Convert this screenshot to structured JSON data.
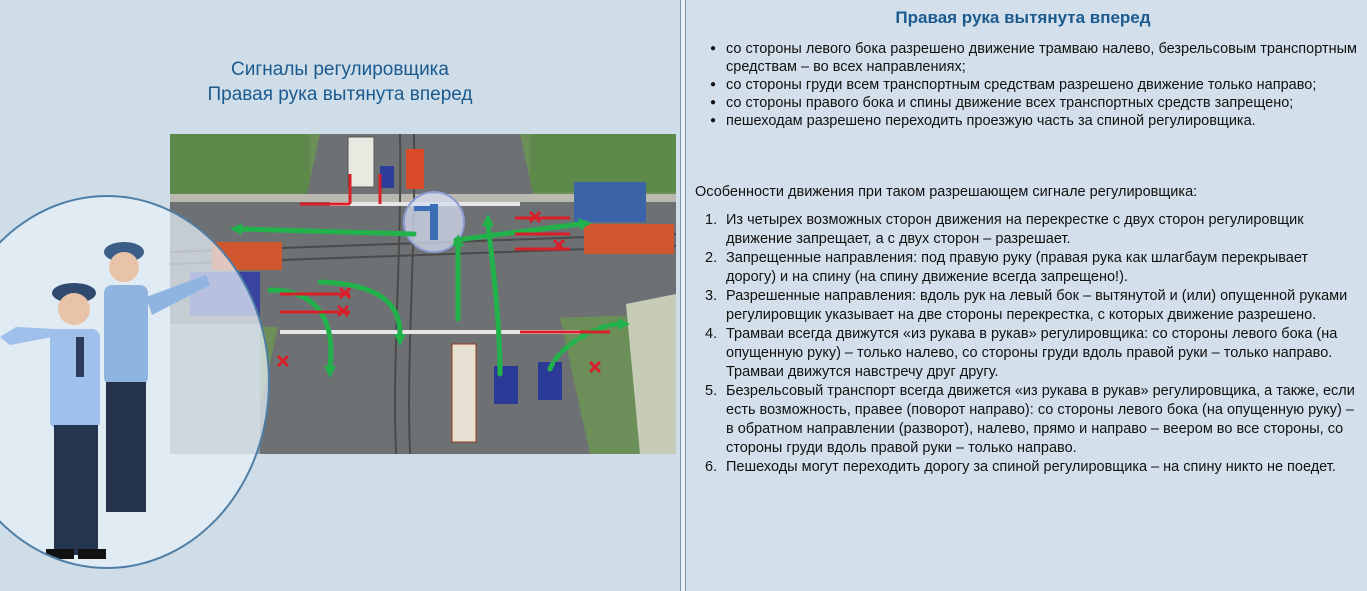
{
  "left": {
    "title_line1": "Сигналы регулировщика",
    "title_line2": "Правая рука вытянута вперед"
  },
  "right": {
    "title": "Правая рука вытянута вперед",
    "bullets": [
      "со стороны левого бока разрешено движение трамваю налево, безрельсовым транспортным средствам – во всех направлениях;",
      "со стороны груди всем транспортным средствам разрешено движение только направо;",
      "со стороны правого бока и спины движение всех транспортных средств запрещено;",
      "пешеходам разрешено переходить проезжую часть за спиной регулировщика."
    ],
    "subheading": "Особенности движения при таком разрешающем сигнале регулировщика:",
    "numbered": [
      {
        "num": "1.",
        "text": "Из четырех возможных сторон движения на перекрестке с двух сторон регулировщик движение запрещает, а с двух сторон – разрешает."
      },
      {
        "num": "2.",
        "text": "Запрещенные направления: под правую руку (правая рука как шлагбаум перекрывает дорогу) и на спину (на спину движение всегда запрещено!)."
      },
      {
        "num": "3.",
        "text": "Разрешенные направления: вдоль рук на левый бок – вытянутой и (или) опущенной руками регулировщик указывает на две стороны перекрестка, с которых движение разрешено."
      },
      {
        "num": "4.",
        "text": "Трамваи всегда движутся «из рукава в рукав» регулировщика: со стороны левого бока (на опущенную руку) – только налево, со стороны груди вдоль правой руки – только направо. Трамваи движутся навстречу друг другу."
      },
      {
        "num": "5.",
        "text": "Безрельсовый транспорт всегда движется «из рукава в рукав» регулировщика, а также, если есть возможность, правее (поворот направо): со стороны левого бока (на опущенную руку) – в обратном направлении (разворот), налево, прямо и направо – веером во все стороны, со стороны груди вдоль правой руки – только направо."
      },
      {
        "num": "6.",
        "text": "Пешеходы могут переходить дорогу за спиной регулировщика – на спину никто не поедет."
      }
    ]
  },
  "colors": {
    "title_blue": "#1b5a8e",
    "allowed_green": "#22b24c",
    "forbidden_red": "#d9202a"
  }
}
